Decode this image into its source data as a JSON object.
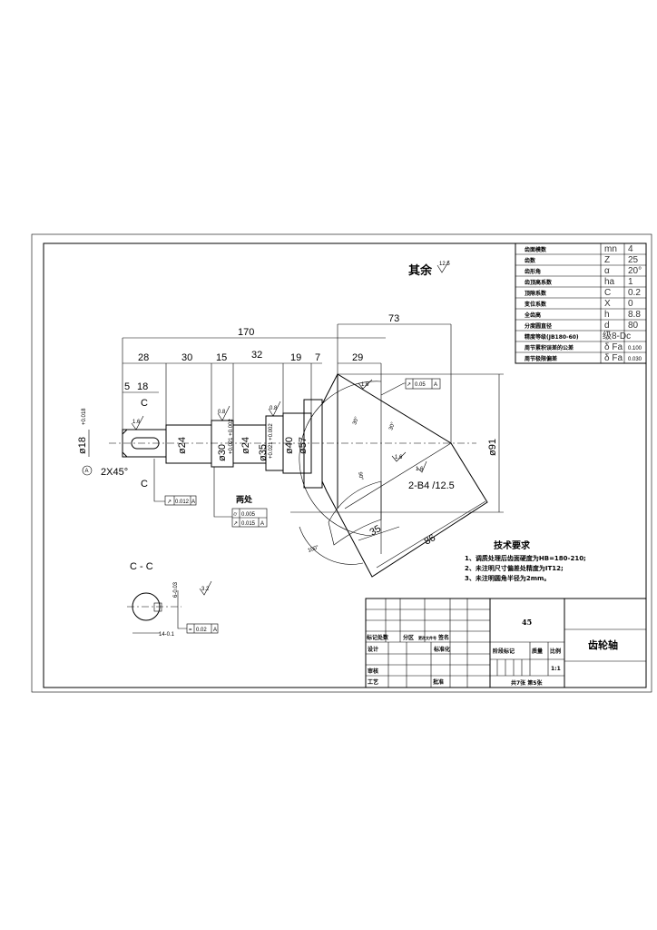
{
  "drawing": {
    "surface_note": {
      "label": "其余",
      "roughness": "12.5"
    },
    "dims": {
      "overall": "170",
      "d28": "28",
      "d30": "30",
      "d15": "15",
      "d32": "32",
      "d19": "19",
      "d7": "7",
      "d5": "5",
      "d18": "18",
      "d73": "73",
      "d29": "29",
      "d35": "35",
      "d86": "86",
      "dia18": "ø18",
      "dia24a": "ø24",
      "dia30": "ø30",
      "dia24b": "ø24",
      "dia35": "ø35",
      "dia40": "ø40",
      "dia57": "ø57",
      "dia91": "ø91",
      "chamfer": "2X45°",
      "centre_holes": "2-B4 /12.5",
      "angle30a": "30°",
      "angle30b": "30°",
      "angle90": "90°",
      "angle100": "100°",
      "tol_dia30": "+0.021 +0.002",
      "tol_dia35": "+0.021 +0.002",
      "tol_dia18": "+0.018"
    },
    "section_labels": {
      "c_top": "C",
      "c_bottom": "C",
      "datum": "A"
    },
    "roughness_marks": [
      "1.6",
      "0.8",
      "0.8",
      "1.6",
      "1.6",
      "1.6",
      "3.2"
    ],
    "tolerance_frames": [
      {
        "symbol": "↗",
        "value": "0.012",
        "datum": "A"
      },
      {
        "symbol": "⌭",
        "value": "0.005",
        "datum": ""
      },
      {
        "symbol": "↗",
        "value": "0.015",
        "datum": "A"
      },
      {
        "symbol": "↗",
        "value": "0.05",
        "datum": "A"
      },
      {
        "symbol": "=",
        "value": "0.02",
        "datum": "A"
      }
    ],
    "two_places": "两处",
    "section_view": {
      "title": "C - C",
      "depth": "6-0.03",
      "width": "14-0.1"
    }
  },
  "gear_params": [
    {
      "label": "齿面模数",
      "symbol": "mn",
      "value": "4"
    },
    {
      "label": "齿数",
      "symbol": "Z",
      "value": "25"
    },
    {
      "label": "齿形角",
      "symbol": "α",
      "value": "20°"
    },
    {
      "label": "齿顶高系数",
      "symbol": "ha",
      "value": "1"
    },
    {
      "label": "顶隙系数",
      "symbol": "C",
      "value": "0.2"
    },
    {
      "label": "变位系数",
      "symbol": "X",
      "value": "0"
    },
    {
      "label": "全齿高",
      "symbol": "h",
      "value": "8.8"
    },
    {
      "label": "分度圆直径",
      "symbol": "d",
      "value": "80"
    },
    {
      "label": "精度等级(JB180-60)",
      "symbol": "",
      "value": "级8-Dc"
    },
    {
      "label": "周节累积误差的公差",
      "symbol": "δ Fa",
      "value": "0.100"
    },
    {
      "label": "周节极限偏差",
      "symbol": "δ Fa",
      "value": "0.030"
    }
  ],
  "tech_requirements": {
    "title": "技术要求",
    "items": [
      "1、调质处理后齿面硬度为HB=180-210;",
      "2、未注明尺寸偏差处精度为IT12;",
      "3、未注明圆角半径为2mm。"
    ]
  },
  "title_block": {
    "material": "45",
    "part_name": "齿轮轴",
    "headers": [
      "标记",
      "处数",
      "分区",
      "更改文件号",
      "签名"
    ],
    "design": "设计",
    "standardize": "标准化",
    "review": "审核",
    "process": "工艺",
    "approve": "批准",
    "stage": "阶段标记",
    "weight": "质量",
    "scale_label": "比例",
    "scale": "1:1",
    "sheets": "共7张 第5张"
  }
}
